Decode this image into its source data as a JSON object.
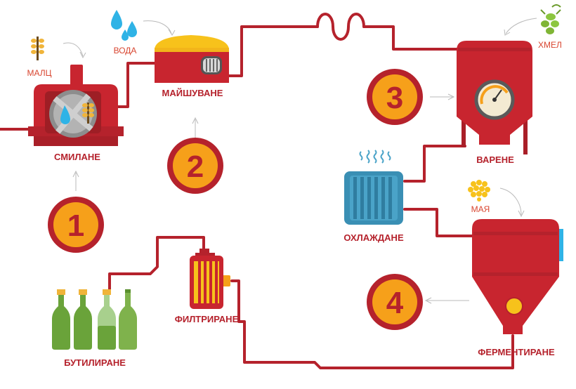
{
  "colors": {
    "pipe": "#b5222c",
    "machine": "#c8252f",
    "badge_fill": "#f6a01a",
    "badge_ring": "#b5222c",
    "ingredient_label": "#d8452f",
    "water": "#2fb3e6",
    "malt": "#f0b43a",
    "hop": "#8cc63f",
    "yeast": "#f7c21b",
    "bottle_glass": "#6aa33a",
    "cooler": "#4aa3c8"
  },
  "steps": [
    {
      "number": "1",
      "label": "СМИЛАНЕ"
    },
    {
      "number": "2",
      "label": "МАЙШУВАНЕ"
    },
    {
      "number": "3",
      "label": "ВАРЕНЕ"
    },
    {
      "number": "4",
      "label": "ФЕРМЕНТИРАНЕ"
    }
  ],
  "stations": {
    "cooling": "ОХЛАЖДАНЕ",
    "filtering": "ФИЛТРИРАНЕ",
    "bottling": "БУТИЛИРАНЕ"
  },
  "ingredients": {
    "malt": "МАЛЦ",
    "water": "ВОДА",
    "hops": "ХМЕЛ",
    "yeast": "МАЯ"
  }
}
